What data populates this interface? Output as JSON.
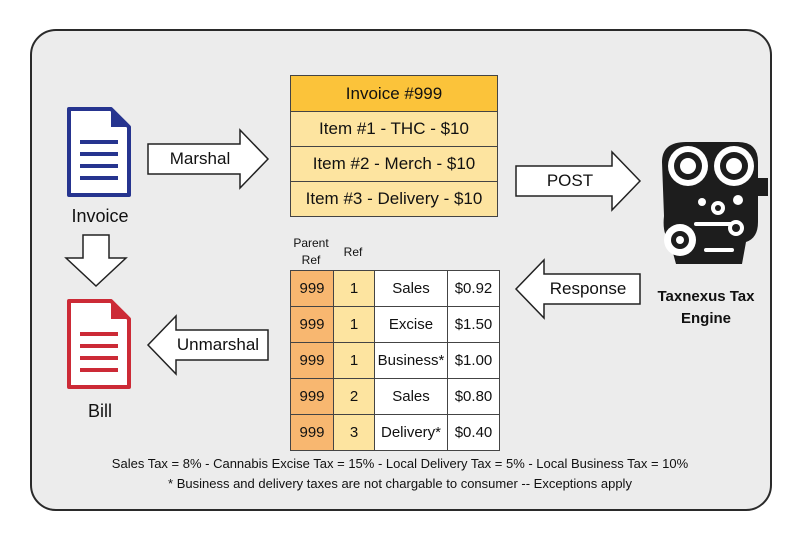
{
  "docs": {
    "invoice_label": "Invoice",
    "bill_label": "Bill",
    "invoice_color": "#26348f",
    "bill_color": "#cc2a36"
  },
  "arrows": {
    "marshal": "Marshal",
    "post": "POST",
    "response": "Response",
    "unmarshal": "Unmarshal"
  },
  "invoice": {
    "header": "Invoice #999",
    "items": [
      "Item #1 - THC - $10",
      "Item #2 - Merch - $10",
      "Item #3 - Delivery - $10"
    ]
  },
  "engine": {
    "label_line1": "Taxnexus Tax",
    "label_line2": "Engine",
    "icon": "engine-gears-icon"
  },
  "tax_table": {
    "col_parent_line1": "Parent",
    "col_parent_line2": "Ref",
    "col_ref": "Ref",
    "rows": [
      {
        "parent": "999",
        "ref": "1",
        "type": "Sales",
        "amount": "$0.92"
      },
      {
        "parent": "999",
        "ref": "1",
        "type": "Excise",
        "amount": "$1.50"
      },
      {
        "parent": "999",
        "ref": "1",
        "type": "Business*",
        "amount": "$1.00"
      },
      {
        "parent": "999",
        "ref": "2",
        "type": "Sales",
        "amount": "$0.80"
      },
      {
        "parent": "999",
        "ref": "3",
        "type": "Delivery*",
        "amount": "$0.40"
      }
    ]
  },
  "footer": {
    "rates": "Sales Tax = 8% - Cannabis Excise Tax = 15% - Local Delivery Tax = 5% - Local Business Tax = 10%",
    "note": "* Business and  delivery taxes are  not chargable to consumer -- Exceptions apply"
  },
  "colors": {
    "header_fill": "#fbc33a",
    "item_fill": "#fde4a0",
    "parent_fill": "#f8b770",
    "panel_fill": "#ececec"
  }
}
